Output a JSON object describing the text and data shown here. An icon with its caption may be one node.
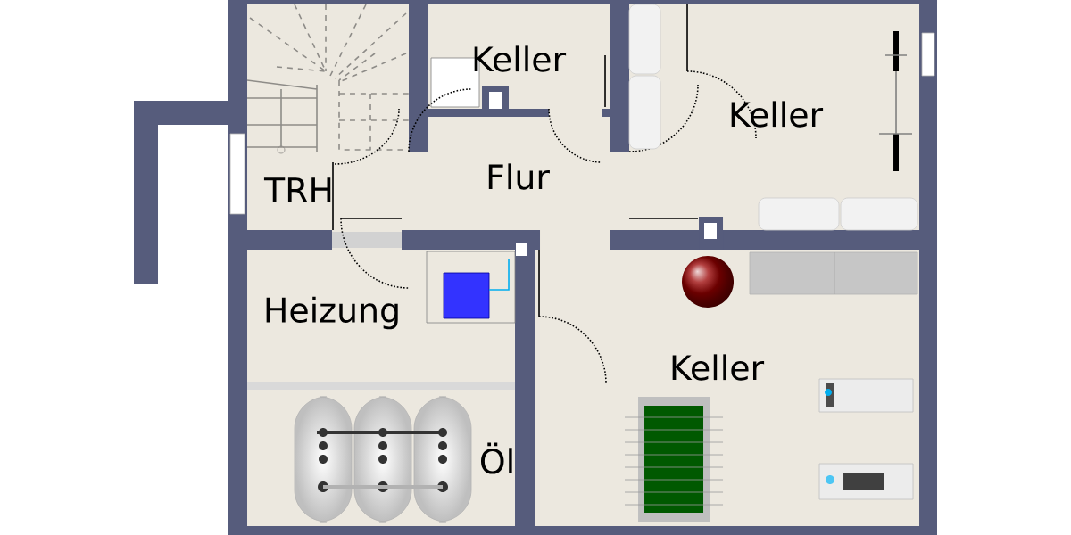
{
  "diagram": {
    "nodes": [
      {
        "text": [
          "Keller"
        ]
      },
      {
        "text": [
          "Keller"
        ]
      },
      {
        "text": [
          "TRH"
        ]
      },
      {
        "text": [
          "Flur"
        ]
      },
      {
        "text": [
          "Heizung"
        ]
      },
      {
        "text": [
          "Keller"
        ]
      },
      {
        "text": [
          "Öl"
        ]
      }
    ]
  }
}
